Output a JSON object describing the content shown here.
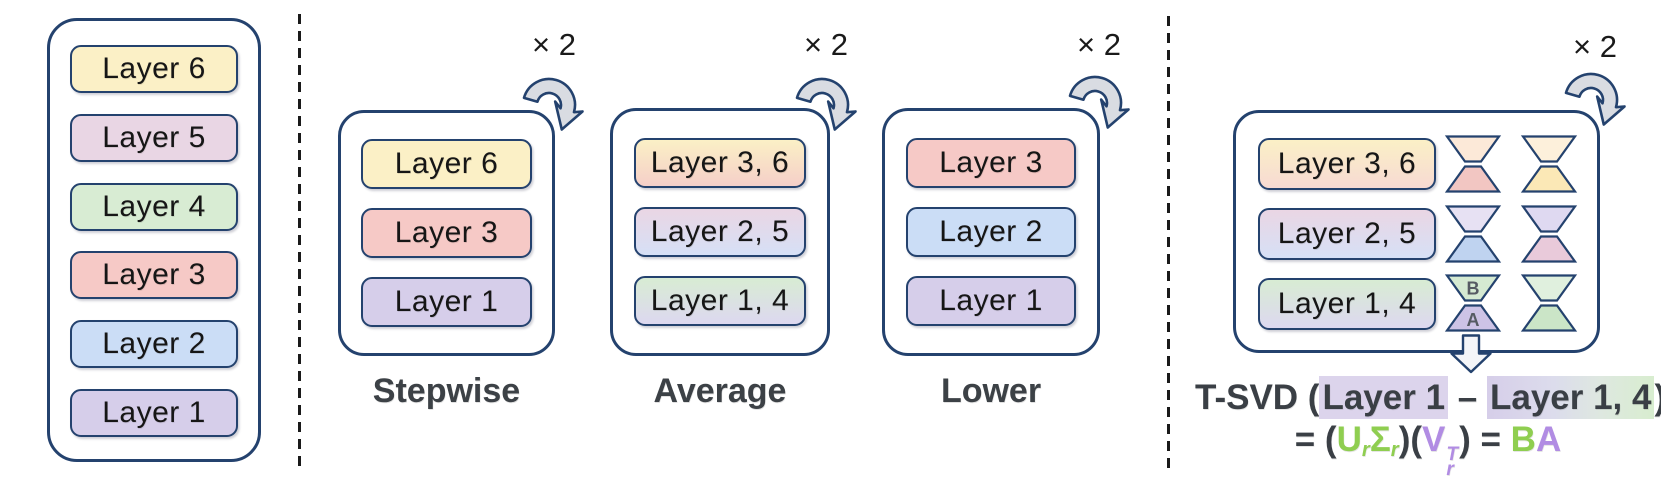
{
  "colors": {
    "border": "#24426E",
    "label": "#3C4146",
    "formula": "#3A3F45",
    "green": "#8FCE50",
    "purple": "#B18CE3",
    "loop_fill": "#D9DCE2",
    "down_fill": "#F4F5F8",
    "letter_gray": "#565B63",
    "hl1": "#DCD4EC",
    "hl2": "linear-gradient(90deg,#D6CEE9 0%,#DCDCEC 40%,#DEE8E0 68%,#D8EDCF 100%)"
  },
  "full_model": {
    "layers": [
      {
        "label": "Layer 6",
        "bg": "#FBF0C6"
      },
      {
        "label": "Layer 5",
        "bg": "#E9D6E4"
      },
      {
        "label": "Layer 4",
        "bg": "#D8ECD3"
      },
      {
        "label": "Layer 3",
        "bg": "#F6C9C6"
      },
      {
        "label": "Layer 2",
        "bg": "#CBDDF6"
      },
      {
        "label": "Layer 1",
        "bg": "#D6CEEA"
      }
    ]
  },
  "stepwise": {
    "label": "Stepwise",
    "multiplier": "× 2",
    "layers": [
      {
        "label": "Layer 6",
        "bg": "#FBF0C6"
      },
      {
        "label": "Layer 3",
        "bg": "#F6C9C6"
      },
      {
        "label": "Layer 1",
        "bg": "#D6CEEA"
      }
    ]
  },
  "average": {
    "label": "Average",
    "multiplier": "× 2",
    "layers": [
      {
        "label": "Layer 3, 6",
        "bg": "linear-gradient(180deg,#FBF0C6 0%,#F5CFC8 100%)"
      },
      {
        "label": "Layer 2, 5",
        "bg": "linear-gradient(180deg,#EAD6E4 0%,#D6E0F6 100%)"
      },
      {
        "label": "Layer 1, 4",
        "bg": "linear-gradient(180deg,#D8ECD3 0%,#DDD8F0 100%)"
      }
    ]
  },
  "lower": {
    "label": "Lower",
    "multiplier": "× 2",
    "layers": [
      {
        "label": "Layer 3",
        "bg": "#F6C9C6"
      },
      {
        "label": "Layer 2",
        "bg": "#CBDDF6"
      },
      {
        "label": "Layer 1",
        "bg": "#D6CEEA"
      }
    ]
  },
  "tsvd": {
    "multiplier": "× 2",
    "layers": [
      {
        "label": "Layer 3, 6",
        "bg": "linear-gradient(180deg,#FBF0C6 0%,#F7DAD3 100%)"
      },
      {
        "label": "Layer 2, 5",
        "bg": "linear-gradient(180deg,#EAD6E4 0%,#D6E0F6 100%)"
      },
      {
        "label": "Layer 1, 4",
        "bg": "linear-gradient(180deg,#D8ECD3 0%,#DDD8F0 100%)"
      }
    ],
    "hourglasses": [
      {
        "top_fill": "#FCE9D8",
        "bottom_fill": "#F2C6C2"
      },
      {
        "top_fill": "#FDF0DB",
        "bottom_fill": "#FBE8B6"
      },
      {
        "top_fill": "#E7E1F3",
        "bottom_fill": "#BFD3F0"
      },
      {
        "top_fill": "#DFD9F1",
        "bottom_fill": "#E9CADA"
      },
      {
        "top_fill": "#D5EAD2",
        "bottom_fill": "#CDC3E6",
        "top_label": "B",
        "bottom_label": "A"
      },
      {
        "top_fill": "#E0F0DE",
        "bottom_fill": "#CBE5C7"
      }
    ],
    "formula": {
      "line1": {
        "prefix": "T-SVD (",
        "highlight1": "Layer 1",
        "separator": " – ",
        "highlight2": "Layer 1, 4",
        "suffix": ")"
      },
      "line2": {
        "eq_open": "= (",
        "u": "U",
        "u_sub": "r",
        "sigma": "Σ",
        "sigma_sub": "r",
        "mid": ")(",
        "v": "V",
        "v_sup": "T",
        "v_sub": "r",
        "close": ") = ",
        "b": "B",
        "a": "A"
      }
    }
  }
}
